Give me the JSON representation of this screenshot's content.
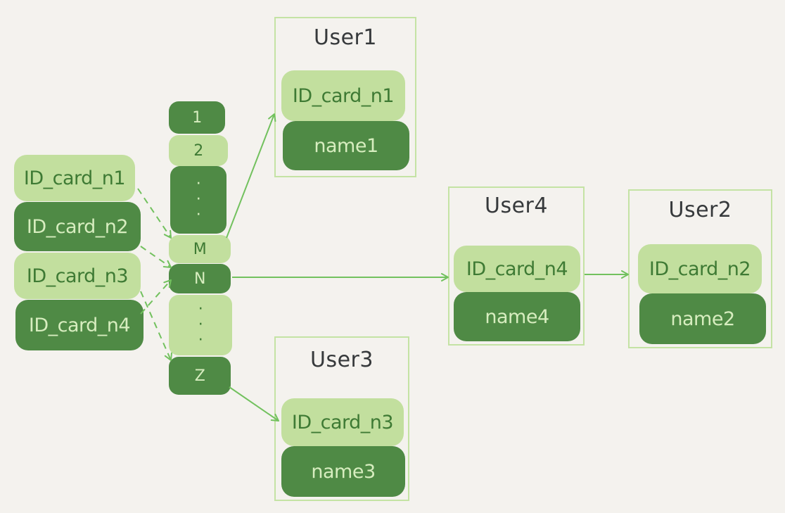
{
  "left_keys": [
    "ID_card_n1",
    "ID_card_n2",
    "ID_card_n3",
    "ID_card_n4"
  ],
  "index_items": [
    "1",
    "2",
    "·\n·\n·",
    "M",
    "N",
    "·\n·\n·",
    "Z"
  ],
  "users": {
    "user1": {
      "title": "User1",
      "key": "ID_card_n1",
      "name": "name1"
    },
    "user2": {
      "title": "User2",
      "key": "ID_card_n2",
      "name": "name2"
    },
    "user3": {
      "title": "User3",
      "key": "ID_card_n3",
      "name": "name3"
    },
    "user4": {
      "title": "User4",
      "key": "ID_card_n4",
      "name": "name4"
    }
  },
  "colors": {
    "light": "#c2df9e",
    "dark": "#4f8a45",
    "arrow": "#72c15e",
    "frame": "#c4e3a4",
    "background": "#f4f2ee"
  }
}
